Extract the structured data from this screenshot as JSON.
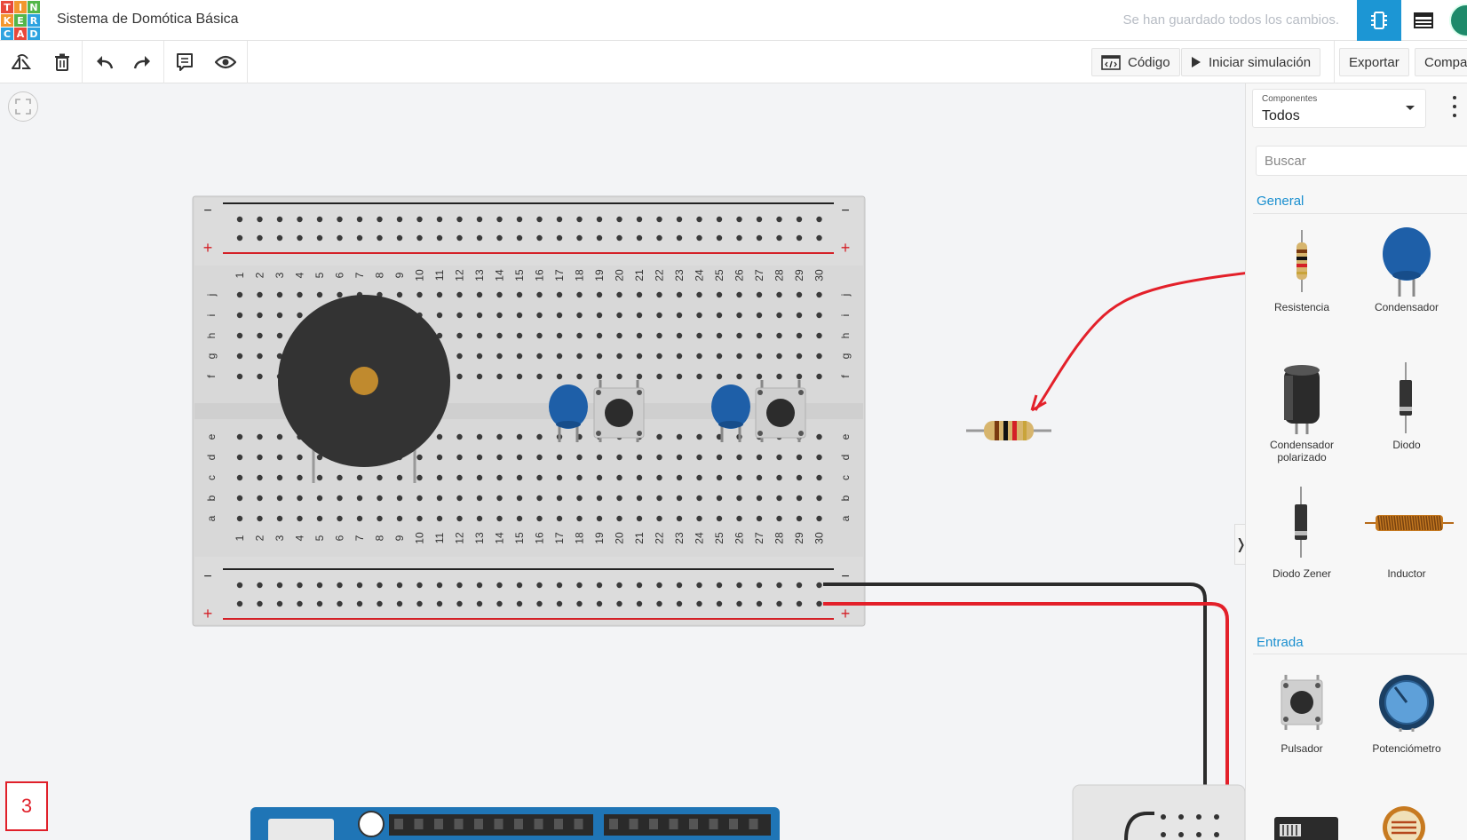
{
  "header": {
    "logo_letters": [
      "T",
      "I",
      "N",
      "K",
      "E",
      "R",
      "C",
      "A",
      "D"
    ],
    "title": "Sistema de Domótica Básica",
    "save_status": "Se han guardado todos los cambios."
  },
  "toolbar": {
    "code_label": "Código",
    "simulate_label": "Iniciar simulación",
    "export_label": "Exportar",
    "share_label": "Compartir"
  },
  "panel": {
    "select_label": "Componentes",
    "select_value": "Todos",
    "search_placeholder": "Buscar",
    "categories": [
      {
        "title": "General",
        "items": [
          "Resistencia",
          "Condensador",
          "Condensador polarizado",
          "Diodo",
          "Diodo Zener",
          "Inductor"
        ]
      },
      {
        "title": "Entrada",
        "items": [
          "Pulsador",
          "Potenciómetro"
        ]
      }
    ]
  },
  "canvas": {
    "marker_label": "3",
    "breadboard": {
      "columns": [
        "1",
        "2",
        "3",
        "4",
        "5",
        "6",
        "7",
        "8",
        "9",
        "10",
        "11",
        "12",
        "13",
        "14",
        "15",
        "16",
        "17",
        "18",
        "19",
        "20",
        "21",
        "22",
        "23",
        "24",
        "25",
        "26",
        "27",
        "28",
        "29",
        "30"
      ],
      "rows_top": [
        "j",
        "i",
        "h",
        "g",
        "f"
      ],
      "rows_bottom": [
        "e",
        "d",
        "c",
        "b",
        "a"
      ],
      "rail_minus": "−",
      "rail_plus": "+"
    }
  },
  "colors": {
    "accent": "#1c96d4",
    "wire_red": "#e3202a",
    "wire_black": "#2b2b2b",
    "capacitor_blue": "#1e5fa8",
    "category_title": "#1a8fcf"
  }
}
